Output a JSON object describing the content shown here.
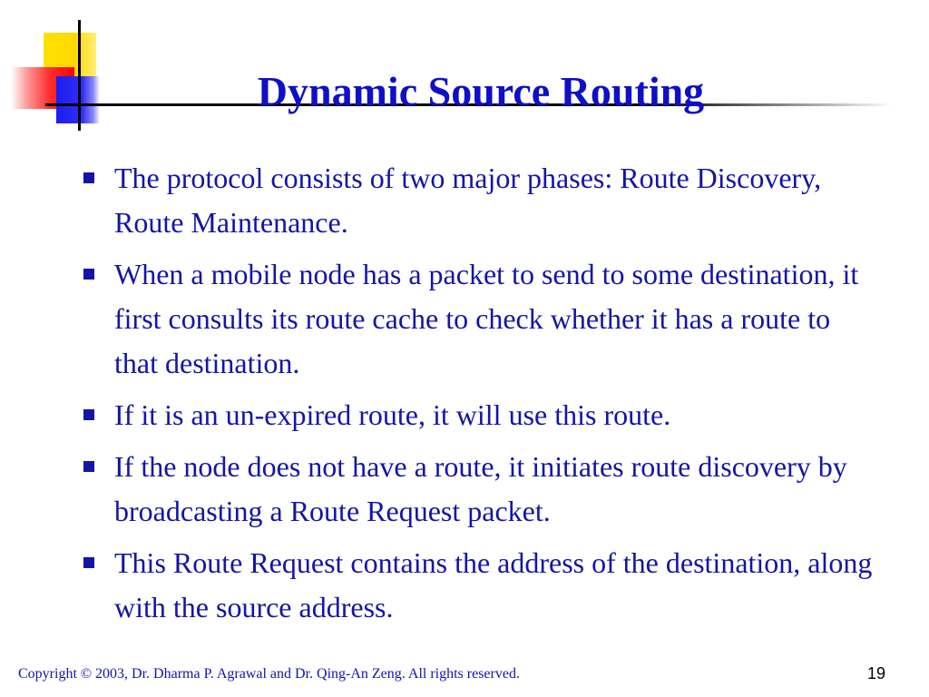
{
  "slide": {
    "title": "Dynamic Source Routing",
    "bullets": [
      "The protocol consists of two major phases: Route Discovery, Route Maintenance.",
      "When a mobile node has a packet to send to some destination, it first consults its route cache to check whether it has a route to that destination.",
      "If it is an un-expired route, it will use this route.",
      "If the node does not have a route, it initiates route discovery by broadcasting a Route Request packet.",
      "This Route Request contains the address of the destination, along with the source address."
    ],
    "footer": {
      "copyright": "Copyright © 2003, Dr. Dharma P. Agrawal and Dr. Qing-An Zeng. All rights reserved.",
      "page_number": "19"
    }
  },
  "colors": {
    "title": "#0f0fc8",
    "body_text": "#1414a8",
    "logo_yellow": "#ffe100",
    "logo_red": "#ff0000",
    "logo_blue": "#1c1cf0"
  }
}
